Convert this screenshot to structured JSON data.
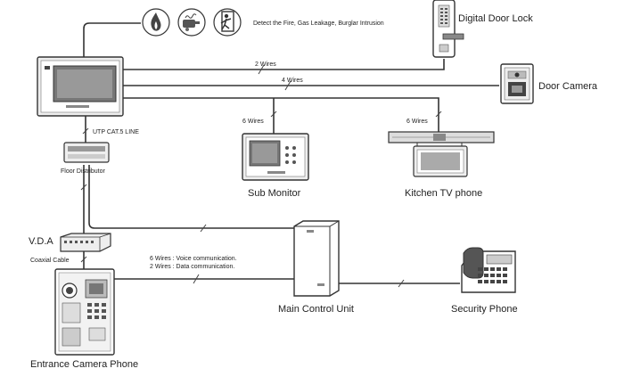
{
  "detectors": {
    "caption": "Detect the Fire, Gas Leakage, Burglar Intrusion",
    "icons": [
      "fire-icon",
      "gas-leak-icon",
      "intrusion-icon"
    ]
  },
  "devices": {
    "digital_door_lock": "Digital Door Lock",
    "door_camera": "Door Camera",
    "sub_monitor": "Sub Monitor",
    "kitchen_tv_phone": "Kitchen TV phone",
    "vda": "V.D.A",
    "main_control_unit": "Main Control Unit",
    "security_phone": "Security Phone",
    "entrance_camera_phone": "Entrance Camera Phone",
    "floor_distributor": "Floor Distributor"
  },
  "wires": {
    "door_lock": "2 Wires",
    "door_camera": "4 Wires",
    "sub_monitor": "6 Wires",
    "kitchen": "6 Wires",
    "utp": "UTP CAT.5 LINE",
    "coaxial": "Coaxial Cable",
    "entrance_voice": "6 Wires : Voice communication.",
    "entrance_data": "2 Wires : Data communication."
  }
}
